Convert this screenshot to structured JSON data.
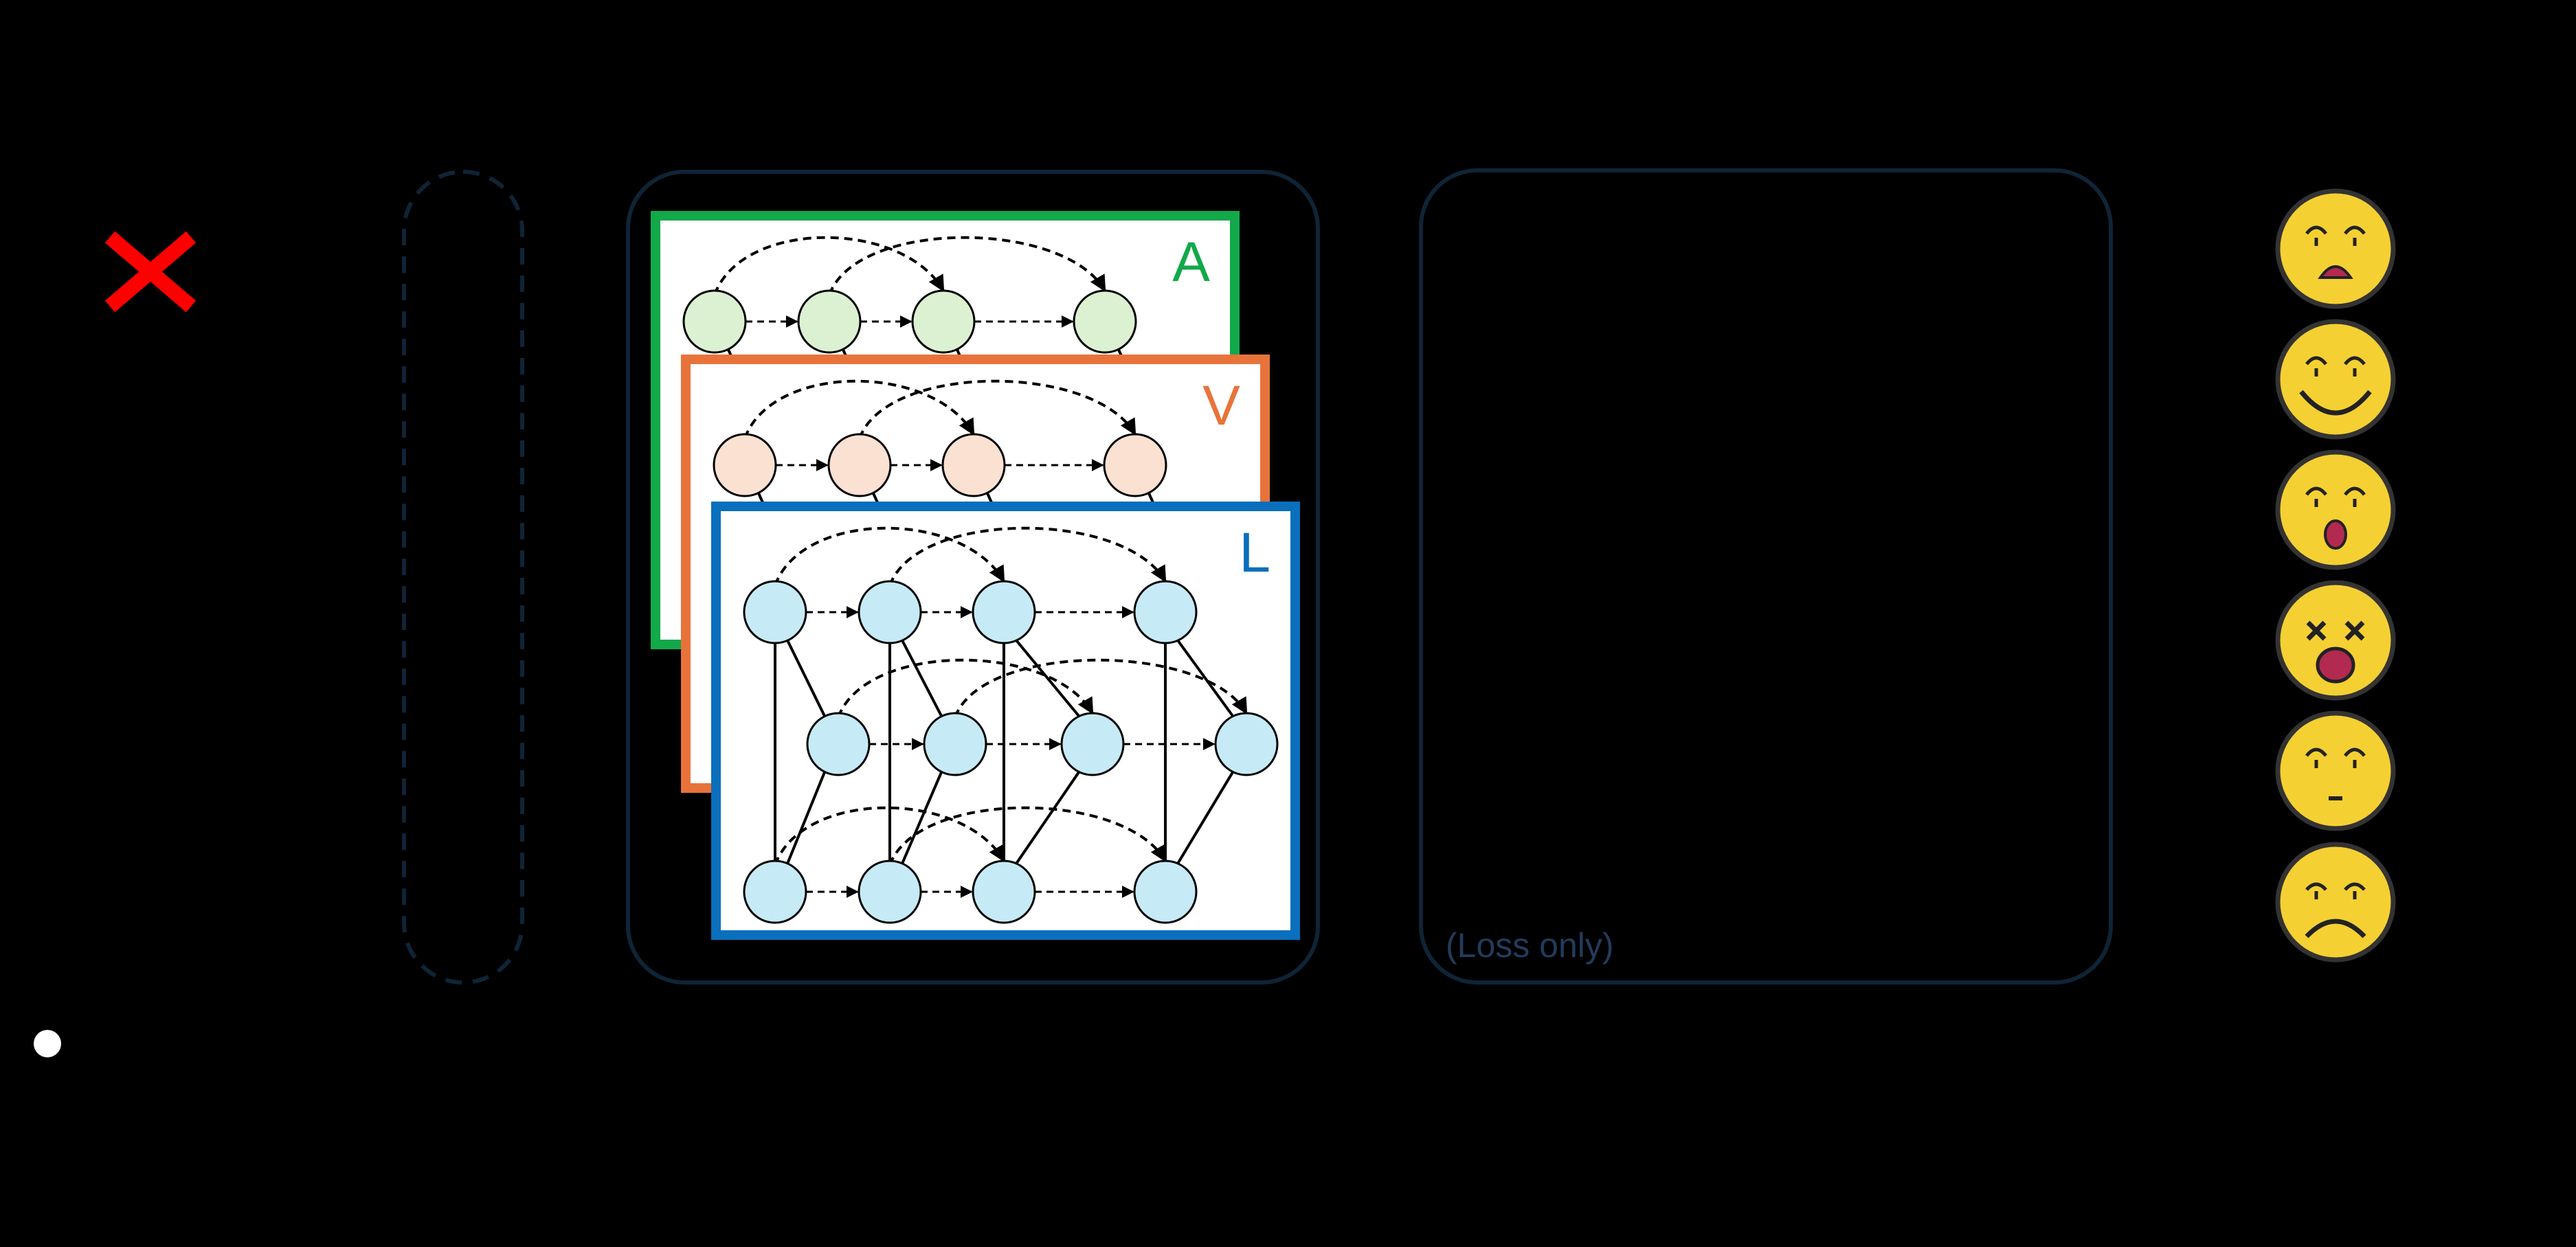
{
  "diagram": {
    "modalities": [
      {
        "label": "A",
        "color": "#13a84a",
        "node_fill": "#dcf0d2"
      },
      {
        "label": "V",
        "color": "#e8733a",
        "node_fill": "#fbe1d2"
      },
      {
        "label": "L",
        "color": "#0a6fbc",
        "node_fill": "#c7eaf7"
      }
    ],
    "loss_note": "(Loss only)",
    "colors": {
      "background": "#000000",
      "panel_border": "#0f2436",
      "note_text": "#233b5c",
      "cross": "#ff0000",
      "emoji_fill": "#f5d033",
      "emoji_stroke": "#333333",
      "emoji_mouth": "#b22a4f"
    },
    "emotions": [
      {
        "name": "surprise-face-icon"
      },
      {
        "name": "happy-face-icon"
      },
      {
        "name": "shocked-face-icon"
      },
      {
        "name": "dizzy-face-icon"
      },
      {
        "name": "neutral-face-icon"
      },
      {
        "name": "sad-face-icon"
      }
    ]
  }
}
